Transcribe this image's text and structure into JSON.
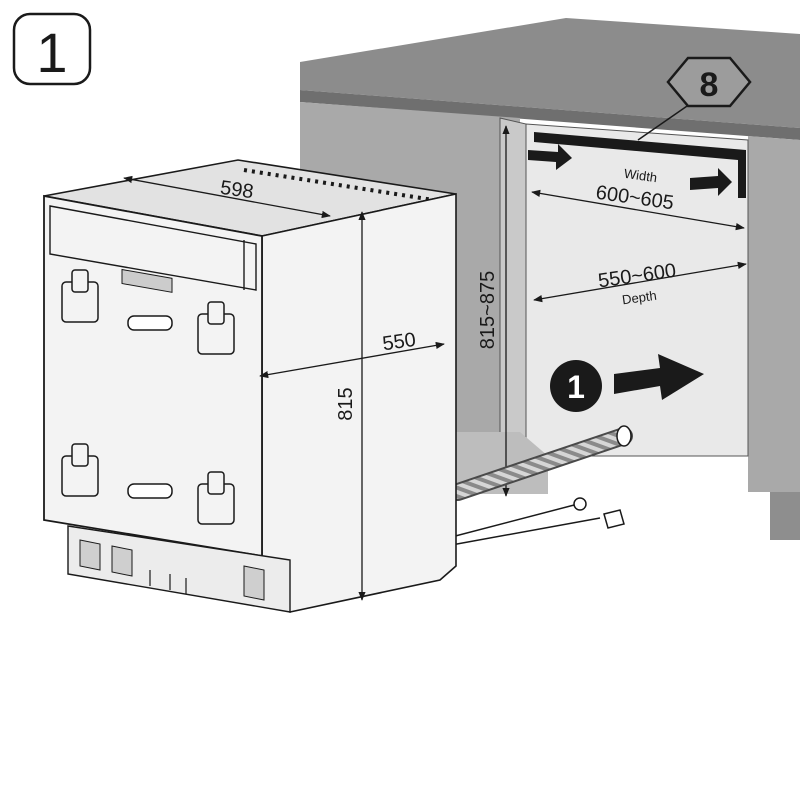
{
  "step": {
    "number": "1"
  },
  "badges": {
    "part_number": "8",
    "action_number": "1"
  },
  "appliance": {
    "width": "598",
    "depth": "550",
    "height": "815"
  },
  "niche": {
    "height": "815~875",
    "width_label": "Width",
    "width_value": "600~605",
    "depth_value": "550~600",
    "depth_label": "Depth"
  },
  "colors": {
    "cabinet_top": "#8c8c8c",
    "cabinet_body": "#a9a9a9",
    "niche_wall": "#e9e9e9",
    "appliance_panel": "#f3f3f3",
    "line": "#1a1a1a"
  }
}
